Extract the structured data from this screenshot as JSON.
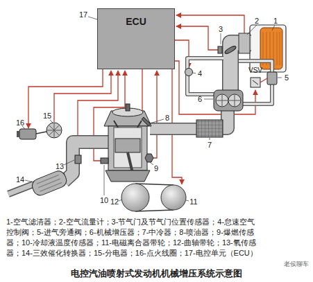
{
  "diagram": {
    "caption": "电控汽油喷射式发动机机械增压系统示意图",
    "nodes": [
      {
        "text": [
          "ECU"
        ]
      }
    ],
    "labels": [
      "1",
      "2",
      "3",
      "4",
      "5",
      "6",
      "7",
      "8",
      "9",
      "10",
      "11",
      "12",
      "13",
      "14",
      "15",
      "16",
      "17",
      "VSV",
      "1-空气滤清器；2-空气流量计；3-节气门及节气门位置传感器；4-怠速空气",
      "控制阀；5-进气旁通阀；6-机械增压器；7-中冷器；8-喷油器；9-爆燃传感",
      "器；10-冷却液温度传感器；11-电磁离合器带轮；12-曲轴带轮；13-氧传感",
      "器；14-三效催化转换器；15-分电器；16-点火线圈；17-电控单元（ECU）",
      "老侯聊车"
    ]
  }
}
